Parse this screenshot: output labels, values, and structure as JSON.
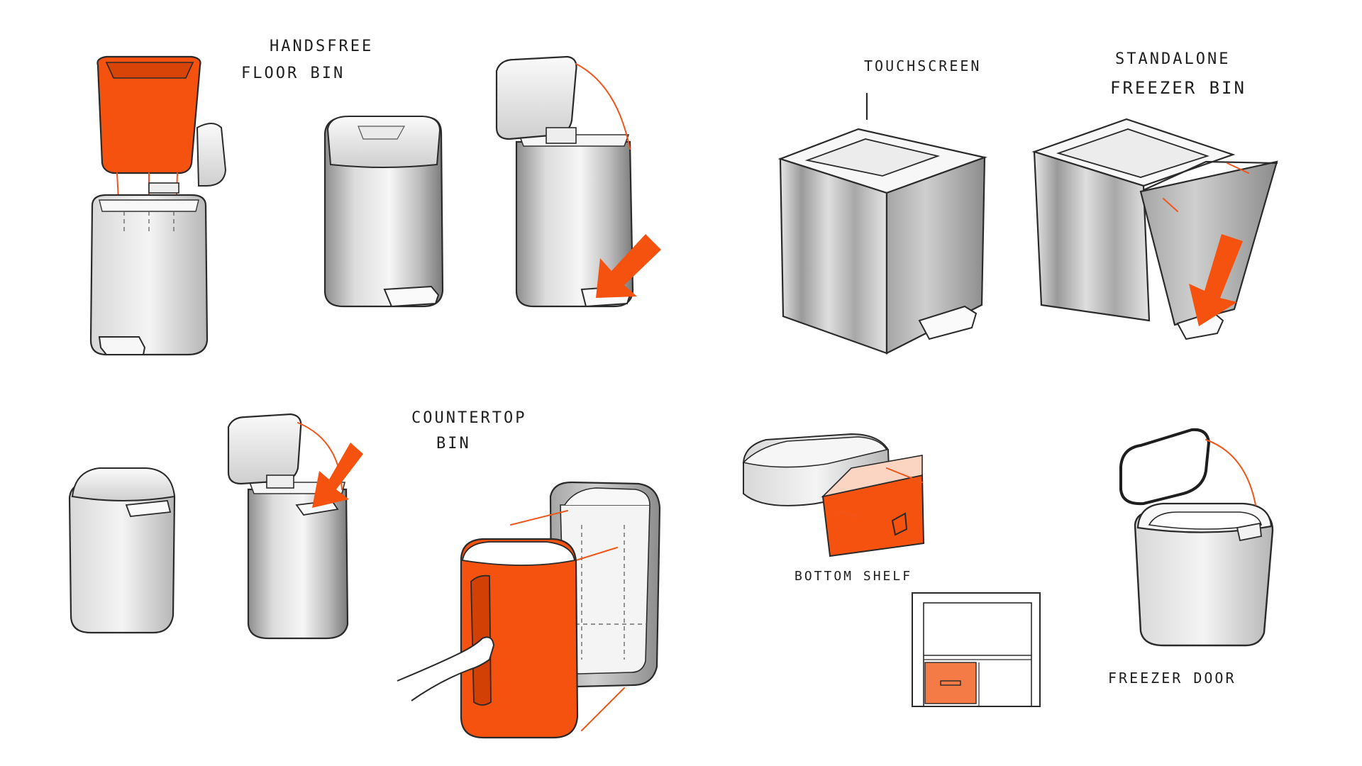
{
  "labels": {
    "handsfree_floor_bin_1": "HANDSFREE",
    "handsfree_floor_bin_2": "FLOOR BIN",
    "touchscreen": "TOUCHSCREEN",
    "standalone_freezer_bin_1": "STANDALONE",
    "standalone_freezer_bin_2": "FREEZER BIN",
    "countertop_bin_1": "COUNTERTOP",
    "countertop_bin_2": "BIN",
    "bottom_shelf": "BOTTOM SHELF",
    "freezer_door": "FREEZER DOOR"
  },
  "colors": {
    "accent": "#f5520f",
    "ink": "#2a2a2a",
    "metal_light": "#f2f2f2",
    "metal_dark": "#9a9a9a"
  }
}
